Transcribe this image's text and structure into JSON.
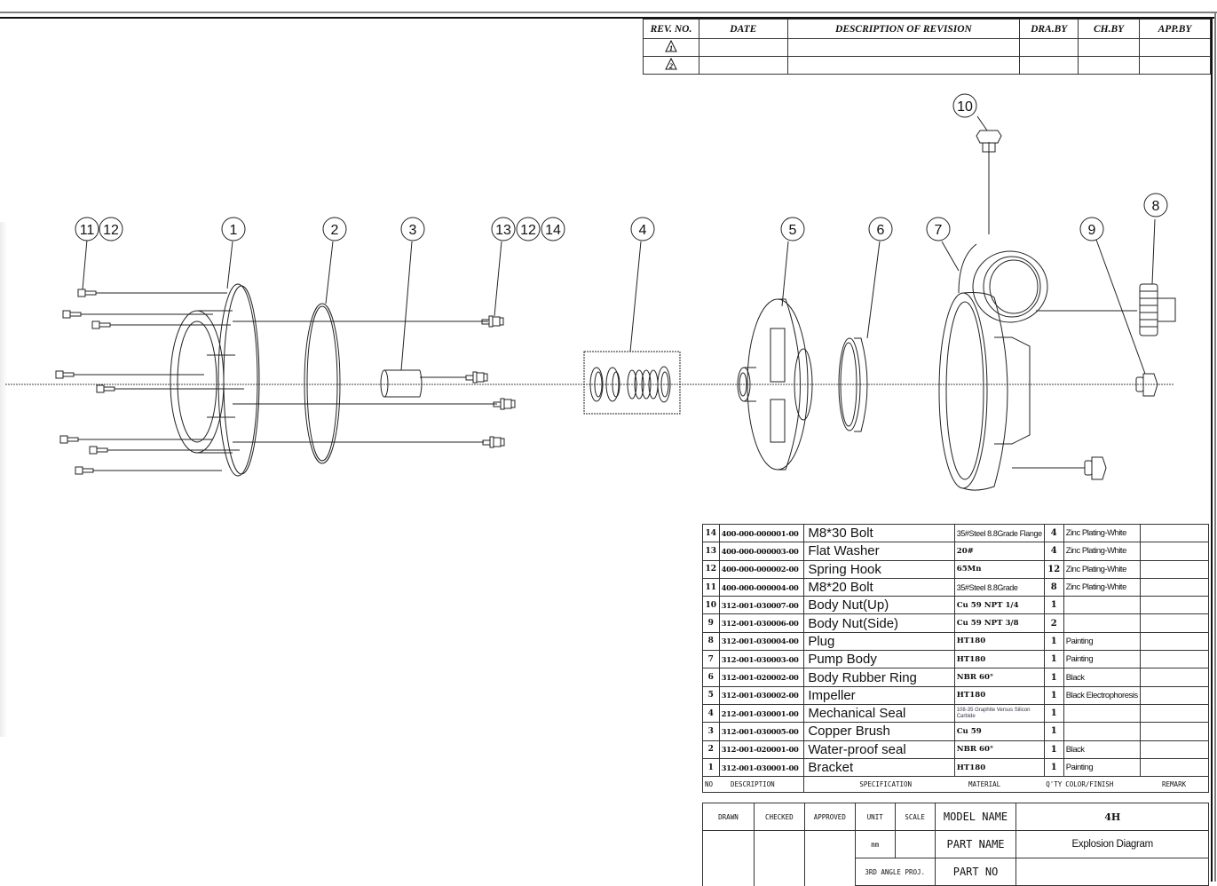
{
  "drawing": {
    "title": "Explosion Diagram",
    "model": "4H",
    "balloons": [
      {
        "label": "11",
        "group": "11-12"
      },
      {
        "label": "12",
        "group": "11-12"
      },
      {
        "label": "1"
      },
      {
        "label": "2"
      },
      {
        "label": "3"
      },
      {
        "label": "13",
        "group": "13-12-14"
      },
      {
        "label": "12",
        "group": "13-12-14"
      },
      {
        "label": "14",
        "group": "13-12-14"
      },
      {
        "label": "4"
      },
      {
        "label": "5"
      },
      {
        "label": "6"
      },
      {
        "label": "7"
      },
      {
        "label": "10"
      },
      {
        "label": "9"
      },
      {
        "label": "8"
      }
    ]
  },
  "revision_table": {
    "headers": [
      "REV. NO.",
      "DATE",
      "DESCRIPTION OF REVISION",
      "DRA.BY",
      "CH.BY",
      "APP.BY"
    ],
    "rows": [
      {
        "rev": "1",
        "date": "",
        "description": "",
        "dra_by": "",
        "ch_by": "",
        "app_by": ""
      },
      {
        "rev": "2",
        "date": "",
        "description": "",
        "dra_by": "",
        "ch_by": "",
        "app_by": ""
      }
    ]
  },
  "bom": {
    "headers": {
      "no": "NO",
      "description": "DESCRIPTION",
      "specification": "SPECIFICATION",
      "material": "MATERIAL",
      "qty": "Q'TY",
      "color_finish": "COLOR/FINISH",
      "remark": "REMARK"
    },
    "rows": [
      {
        "no": "14",
        "code": "400-000-000001-00",
        "name": "M8*30 Bolt",
        "material": "35#Steel 8.8Grade Flange",
        "qty": "4",
        "finish": "Zinc Plating-White",
        "remark": ""
      },
      {
        "no": "13",
        "code": "400-000-000003-00",
        "name": "Flat Washer",
        "material": "20#",
        "qty": "4",
        "finish": "Zinc Plating-White",
        "remark": ""
      },
      {
        "no": "12",
        "code": "400-000-000002-00",
        "name": "Spring Hook",
        "material": "65Mn",
        "qty": "12",
        "finish": "Zinc Plating-White",
        "remark": ""
      },
      {
        "no": "11",
        "code": "400-000-000004-00",
        "name": "M8*20 Bolt",
        "material": "35#Steel 8.8Grade",
        "qty": "8",
        "finish": "Zinc Plating-White",
        "remark": ""
      },
      {
        "no": "10",
        "code": "312-001-030007-00",
        "name": "Body Nut(Up)",
        "material": "Cu 59 NPT 1/4",
        "qty": "1",
        "finish": "",
        "remark": ""
      },
      {
        "no": "9",
        "code": "312-001-030006-00",
        "name": "Body Nut(Side)",
        "material": "Cu 59 NPT 3/8",
        "qty": "2",
        "finish": "",
        "remark": ""
      },
      {
        "no": "8",
        "code": "312-001-030004-00",
        "name": "Plug",
        "material": "HT180",
        "qty": "1",
        "finish": "Painting",
        "remark": ""
      },
      {
        "no": "7",
        "code": "312-001-030003-00",
        "name": "Pump Body",
        "material": "HT180",
        "qty": "1",
        "finish": "Painting",
        "remark": ""
      },
      {
        "no": "6",
        "code": "312-001-020002-00",
        "name": "Body Rubber Ring",
        "material": "NBR 60°",
        "qty": "1",
        "finish": "Black",
        "remark": ""
      },
      {
        "no": "5",
        "code": "312-001-030002-00",
        "name": "Impeller",
        "material": "HT180",
        "qty": "1",
        "finish": "Black Electrophoresis",
        "remark": ""
      },
      {
        "no": "4",
        "code": "212-001-030001-00",
        "name": "Mechanical Seal",
        "material": "108-35 Graphite Versus Silicon Carbide",
        "qty": "1",
        "finish": "",
        "remark": ""
      },
      {
        "no": "3",
        "code": "312-001-030005-00",
        "name": "Copper Brush",
        "material": "Cu 59",
        "qty": "1",
        "finish": "",
        "remark": ""
      },
      {
        "no": "2",
        "code": "312-001-020001-00",
        "name": "Water-proof seal",
        "material": "NBR 60°",
        "qty": "1",
        "finish": "Black",
        "remark": ""
      },
      {
        "no": "1",
        "code": "312-001-030001-00",
        "name": "Bracket",
        "material": "HT180",
        "qty": "1",
        "finish": "Painting",
        "remark": ""
      }
    ]
  },
  "title_block": {
    "drawn_label": "DRAWN",
    "checked_label": "CHECKED",
    "approved_label": "APPROVED",
    "unit_label": "UNIT",
    "unit_value": "mm",
    "scale_label": "SCALE",
    "scale_value": "",
    "projection": "3RD ANGLE PROJ.",
    "model_name_label": "MODEL NAME",
    "model_name_value": "4H",
    "part_name_label": "PART NAME",
    "part_name_value": "Explosion Diagram",
    "part_no_label": "PART NO",
    "part_no_value": ""
  }
}
